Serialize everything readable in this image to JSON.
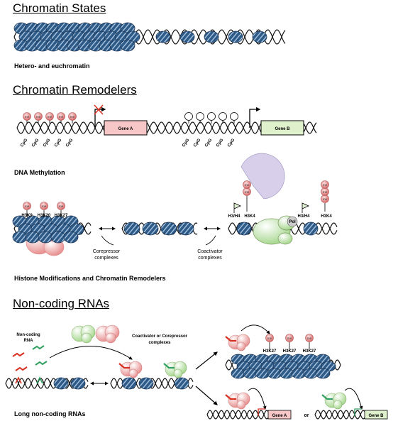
{
  "sections": {
    "chromatin_states": {
      "title": "Chromatin States",
      "caption": "Hetero- and euchromatin"
    },
    "chromatin_remodelers": {
      "title": "Chromatin Remodelers",
      "caption_methylation": "DNA Methylation",
      "caption_histone": "Histone Modifications and Chromatin Remodelers"
    },
    "noncoding": {
      "title": "Non-coding RNAs",
      "caption": "Long non-coding RNAs"
    }
  },
  "labels": {
    "cpg": "CpG",
    "gene_a": "Gene A",
    "gene_b": "Gene B",
    "me": "me",
    "ac": "ac",
    "pol": "Pol",
    "or": "or",
    "h3k9": "H3K9",
    "h3k20": "H3K20",
    "h3k27": "H3K27",
    "h3h4": "H3/H4",
    "h3k4": "H3K4",
    "corepressor_1": "Corepressor",
    "corepressor_2": "complexes",
    "coactivator_1": "Coactivator",
    "coactivator_2": "complexes",
    "ncrna_1": "Non-coding",
    "ncrna_2": "RNA",
    "coact_or_corep_1": "Coactivator or  Corepressor",
    "coact_or_corep_2": "complexes"
  },
  "colors": {
    "nucleosome": "#2e5a87",
    "nucleosome_stripe": "#a8c4e0",
    "mark_red": "#e8a0a0",
    "gene_a_fill": "#f7c7c7",
    "gene_b_fill": "#dff0cc",
    "remodeler_green": "#e4f0d0",
    "repressor_pink": "#f4b8b8",
    "reader_purple": "#d8d0ea",
    "rna_red": "#d83020",
    "rna_green": "#30a060"
  }
}
